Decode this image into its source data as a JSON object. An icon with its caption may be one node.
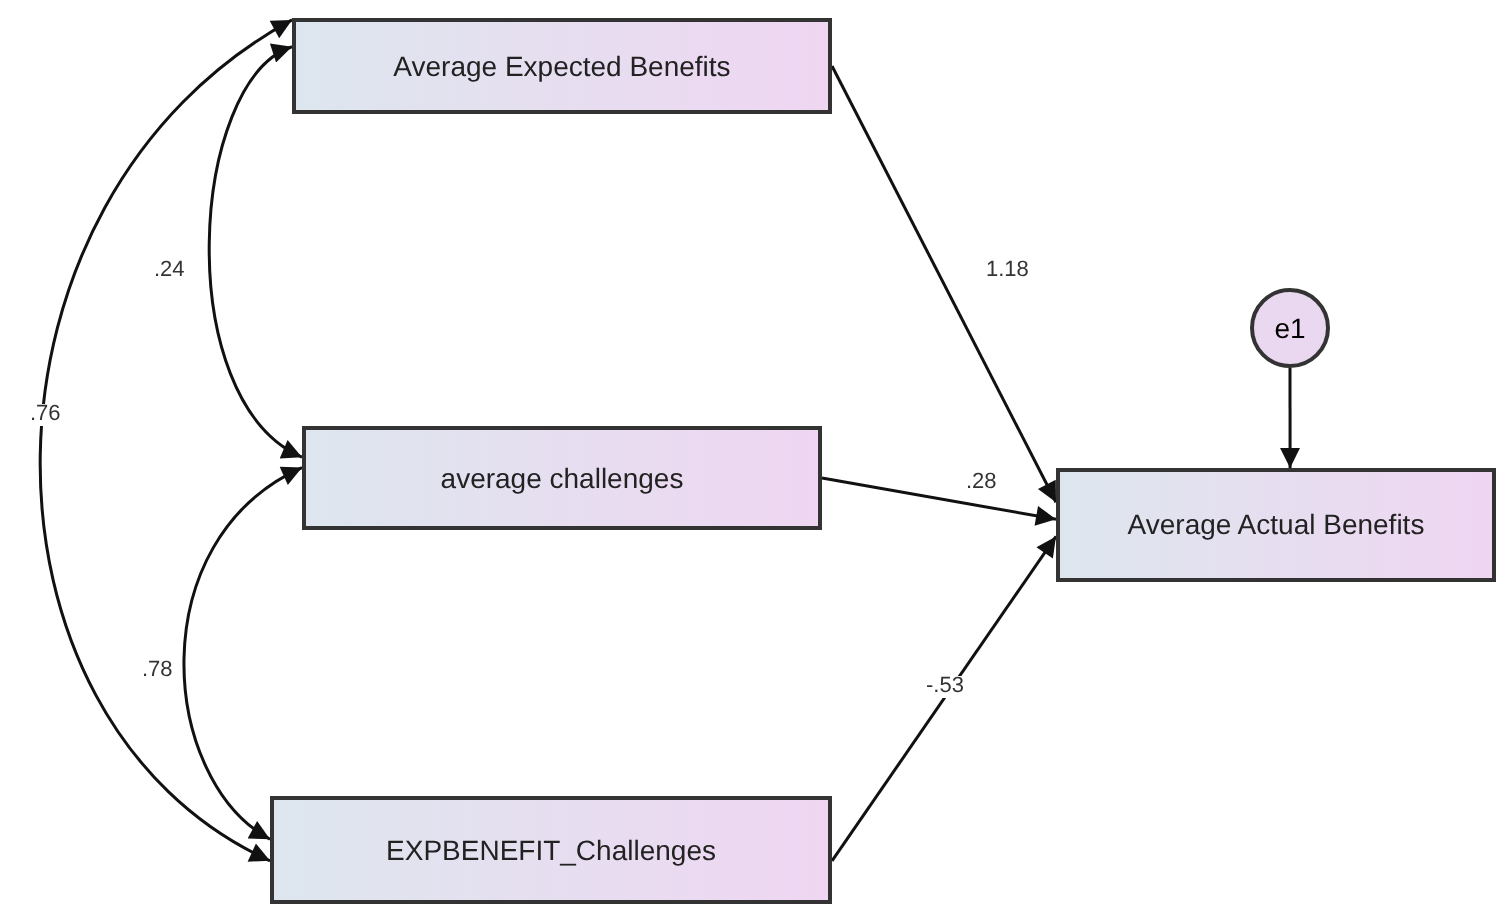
{
  "diagram": {
    "nodes": [
      {
        "text": [
          "Average Expected Benefits"
        ]
      },
      {
        "text": [
          "average challenges"
        ]
      },
      {
        "text": [
          "EXPBENEFIT_Challenges"
        ]
      },
      {
        "text": [
          "Average Actual Benefits"
        ]
      },
      {
        "text": [
          "e1"
        ]
      }
    ],
    "edges": [
      {
        "from": 0,
        "to": 3,
        "arrow": "to",
        "label": "1.18"
      },
      {
        "from": 1,
        "to": 3,
        "arrow": "to",
        "label": ".28"
      },
      {
        "from": 2,
        "to": 3,
        "arrow": "to",
        "label": "-.53"
      },
      {
        "from": 4,
        "to": 3,
        "arrow": "to"
      },
      {
        "from": 0,
        "to": 1,
        "arrow": "both",
        "label": ".24"
      },
      {
        "from": 0,
        "to": 2,
        "arrow": "both",
        "label": ".76"
      },
      {
        "from": 1,
        "to": 2,
        "arrow": "both",
        "label": ".78"
      }
    ]
  }
}
